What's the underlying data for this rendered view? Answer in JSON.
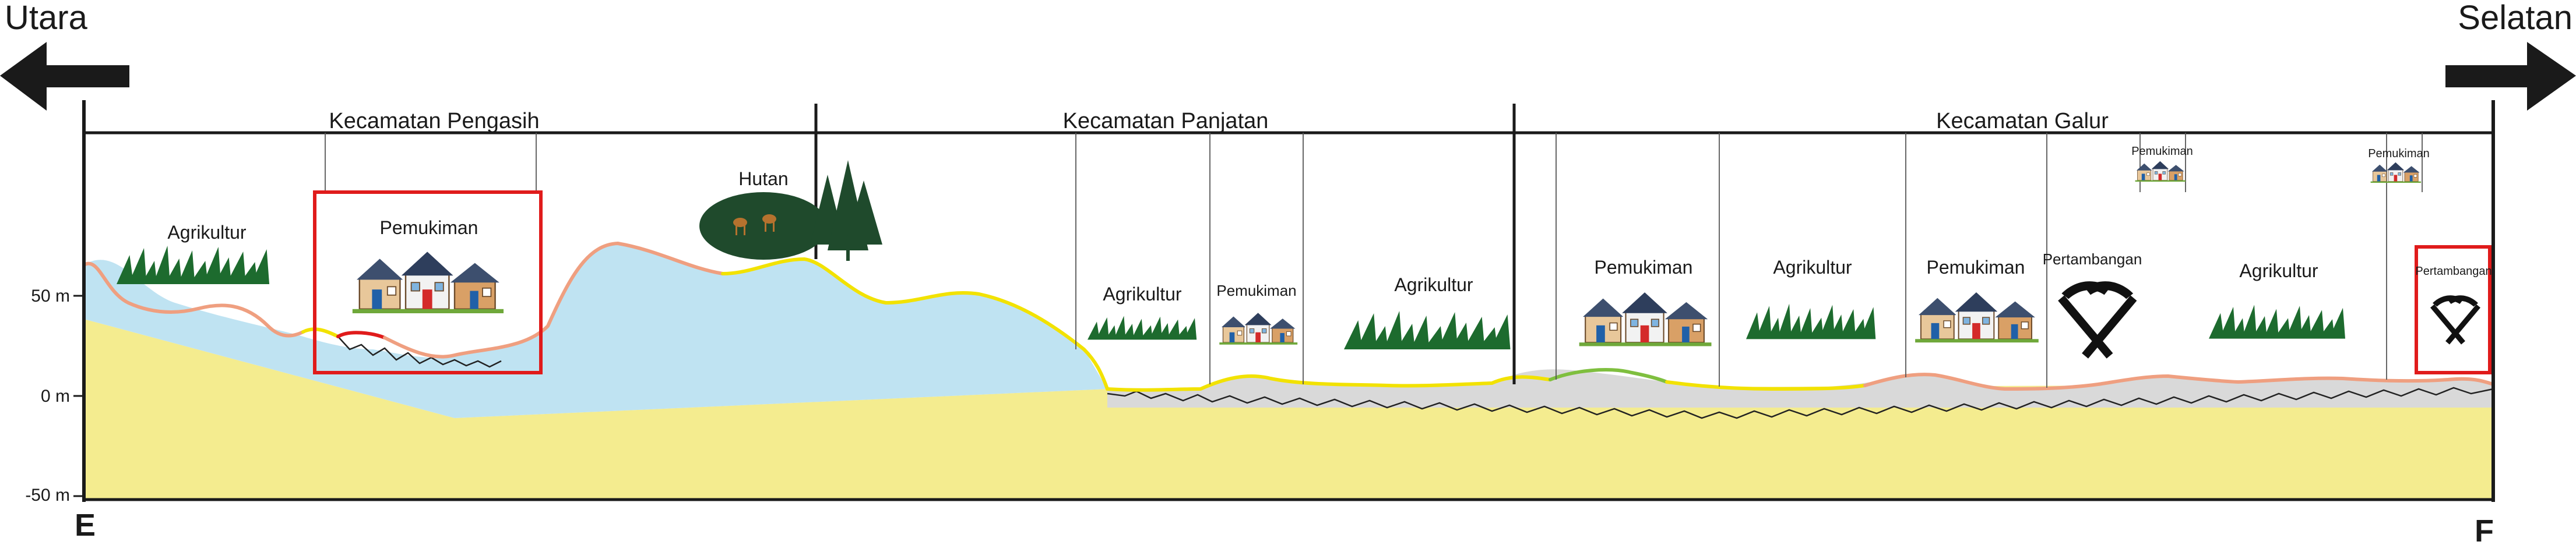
{
  "directions": {
    "north": "Utara",
    "south": "Selatan"
  },
  "endpoints": {
    "start": "E",
    "end": "F"
  },
  "elevation_ticks": [
    "50 m",
    "0 m",
    "-50 m"
  ],
  "districts": [
    "Kecamatan Pengasih",
    "Kecamatan Panjatan",
    "Kecamatan Galur"
  ],
  "zones": {
    "agrikultur_1": "Agrikultur",
    "pemukiman_1": "Pemukiman",
    "hutan": "Hutan",
    "agrikultur_2": "Agrikultur",
    "pemukiman_2": "Pemukiman",
    "agrikultur_3": "Agrikultur",
    "pemukiman_3": "Pemukiman",
    "agrikultur_4": "Agrikultur",
    "pemukiman_4": "Pemukiman",
    "pertambangan_1": "Pertambangan",
    "pemukiman_5": "Pemukiman",
    "agrikultur_5": "Agrikultur",
    "pemukiman_6": "Pemukiman",
    "pertambangan_2": "Pertambangan"
  },
  "colors": {
    "sand": "#f4ec8f",
    "water": "#bfe3f2",
    "gravel": "#d9d9d9",
    "highlight_box": "#e01b1b",
    "profile_salmon": "#ef9f80",
    "profile_yellow": "#f2e200",
    "profile_green": "#7fbf3f",
    "grass": "#1d6b2e",
    "forest": "#1f4a2c"
  }
}
